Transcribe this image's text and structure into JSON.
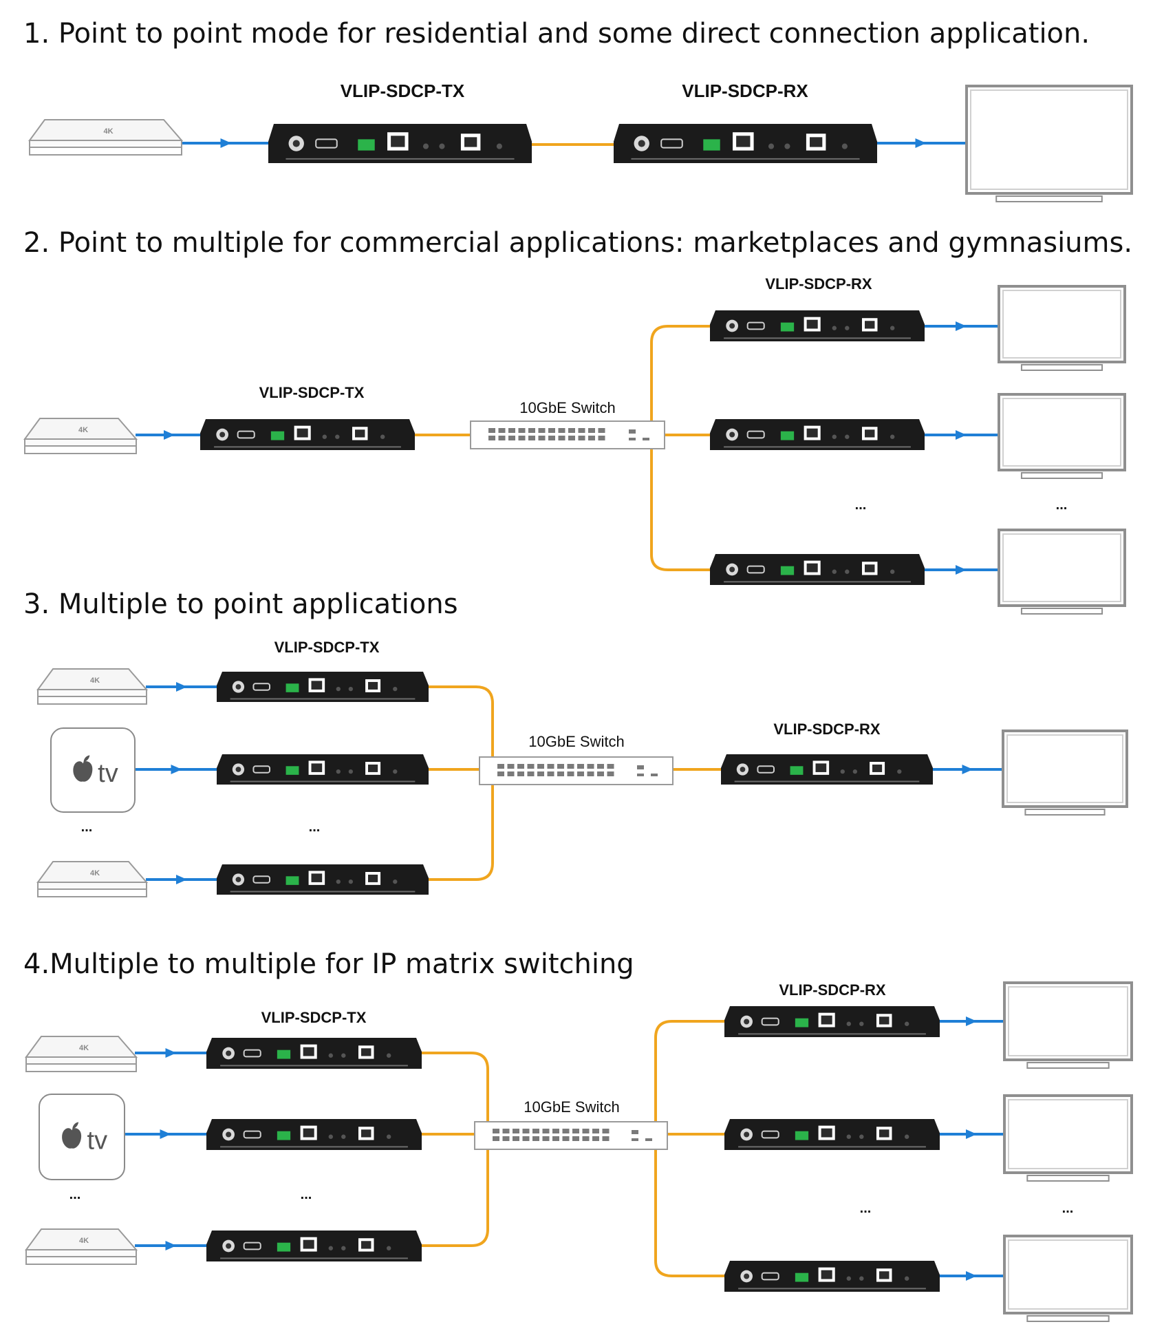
{
  "sections": [
    {
      "heading": "1. Point to point mode for residential and some direct connection application."
    },
    {
      "heading": "2. Point to multiple for commercial applications: marketplaces and gymnasiums."
    },
    {
      "heading": "3. Multiple to point applications"
    },
    {
      "heading": "4.Multiple to multiple for IP matrix switching"
    }
  ],
  "labels": {
    "tx": "VLIP-SDCP-TX",
    "rx": "VLIP-SDCP-RX",
    "switch": "10GbE Switch",
    "ellipsis": "...",
    "player": "4K",
    "appletv": "tv"
  },
  "colors": {
    "hdmi_link": "#1f7fd6",
    "network_link": "#f0a51e",
    "device_body": "#1b1b1b",
    "terminal": "#2bb34a"
  },
  "icons": [
    "apple-logo-icon",
    "hdmi-port-icon",
    "rj45-port-icon",
    "power-jack-icon",
    "terminal-block-icon"
  ]
}
